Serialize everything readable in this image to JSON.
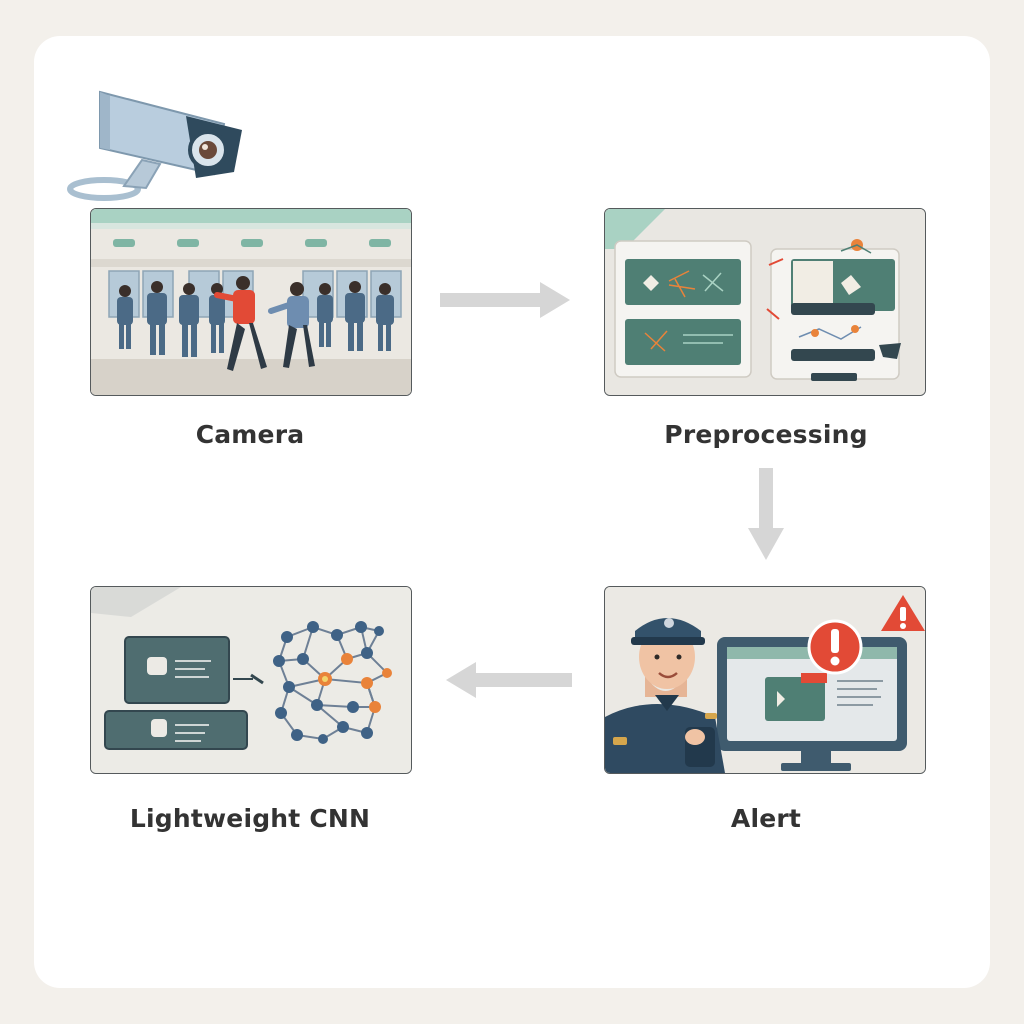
{
  "stages": [
    {
      "id": "camera",
      "label": "Camera"
    },
    {
      "id": "preprocessing",
      "label": "Preprocessing"
    },
    {
      "id": "lightweight-cnn",
      "label": "Lightweight CNN"
    },
    {
      "id": "alert",
      "label": "Alert"
    }
  ],
  "icons": {
    "camera": "security-camera-icon",
    "warning": "warning-triangle-icon",
    "alert": "exclamation-circle-icon"
  },
  "colors": {
    "background": "#f3f0eb",
    "card": "#ffffff",
    "arrow": "#d6d6d6",
    "teal": "#4f7f74",
    "alert_red": "#e0403a",
    "accent_orange": "#e9833a"
  }
}
